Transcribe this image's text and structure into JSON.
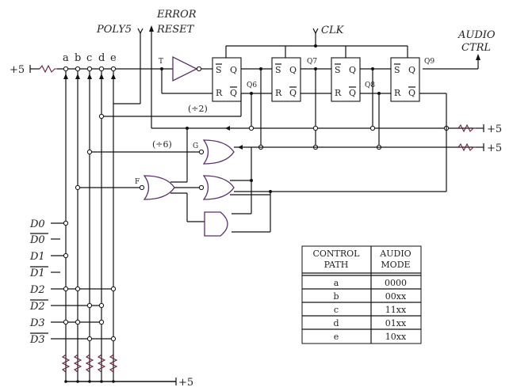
{
  "signals": {
    "supply": "+5",
    "poly5": "POLY5",
    "error": "ERROR",
    "reset": "RESET",
    "clk": "CLK",
    "audio": "AUDIO",
    "ctrl": "CTRL",
    "t_input": "T",
    "gate_g": "G",
    "gate_f": "F",
    "div2": "(÷2)",
    "div6": "(÷6)"
  },
  "taps": [
    "a",
    "b",
    "c",
    "d",
    "e"
  ],
  "flipflops": {
    "s_pin": "S",
    "r_pin": "R",
    "q_pin": "Q",
    "outputs": [
      "Q6",
      "Q7",
      "Q8",
      "Q9"
    ]
  },
  "data_lines": [
    "D0",
    "D0",
    "D1",
    "D1",
    "D2",
    "D2",
    "D3",
    "D3"
  ],
  "table": {
    "header_left": [
      "CONTROL",
      "PATH"
    ],
    "header_right": [
      "AUDIO",
      "MODE"
    ],
    "rows": [
      [
        "a",
        "0000"
      ],
      [
        "b",
        "00xx"
      ],
      [
        "c",
        "11xx"
      ],
      [
        "d",
        "01xx"
      ],
      [
        "e",
        "10xx"
      ]
    ]
  }
}
